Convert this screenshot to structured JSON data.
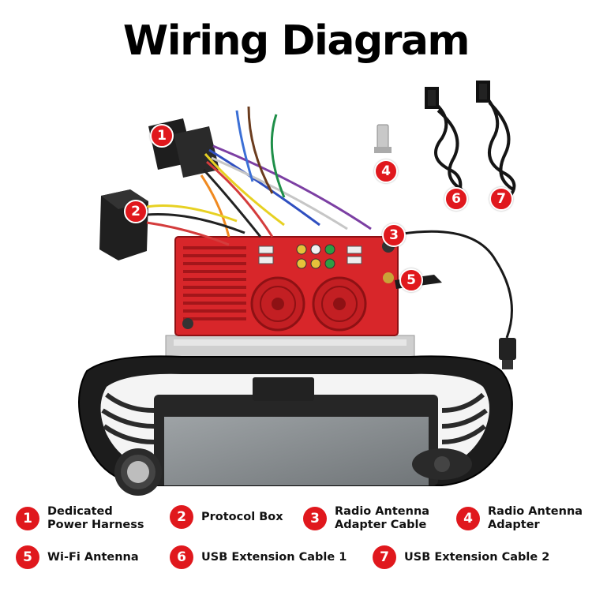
{
  "title": "Wiring Diagram",
  "colors": {
    "accent": "#e0181d",
    "board": "#d8262a",
    "device": "#1c1c1c"
  },
  "badges": [
    "1",
    "2",
    "3",
    "4",
    "5",
    "6",
    "7"
  ],
  "legend": [
    {
      "number": "1",
      "label": "Dedicated\nPower Harness"
    },
    {
      "number": "2",
      "label": "Protocol Box"
    },
    {
      "number": "3",
      "label": "Radio Antenna\nAdapter Cable"
    },
    {
      "number": "4",
      "label": "Radio Antenna\nAdapter"
    },
    {
      "number": "5",
      "label": "Wi-Fi Antenna"
    },
    {
      "number": "6",
      "label": "USB Extension Cable 1"
    },
    {
      "number": "7",
      "label": "USB Extension Cable 2"
    }
  ]
}
